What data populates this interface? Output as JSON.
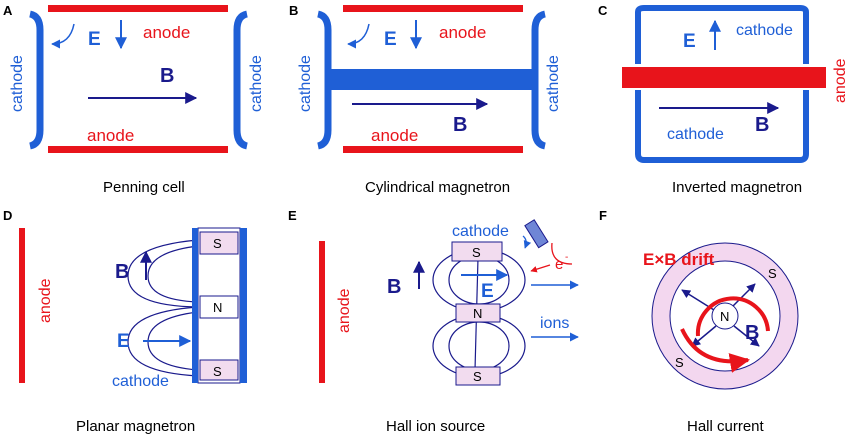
{
  "panels": {
    "A": {
      "letter": "A",
      "caption": "Penning cell",
      "cathode_left": "cathode",
      "cathode_right": "cathode",
      "anode_top": "anode",
      "anode_bottom": "anode",
      "E": "E",
      "B": "B"
    },
    "B": {
      "letter": "B",
      "caption": "Cylindrical magnetron",
      "cathode_left": "cathode",
      "cathode_right": "cathode",
      "anode_top": "anode",
      "anode_bottom": "anode",
      "E": "E",
      "B": "B"
    },
    "C": {
      "letter": "C",
      "caption": "Inverted magnetron",
      "cathode_top": "cathode",
      "cathode_bottom": "cathode",
      "anode": "anode",
      "E": "E",
      "B": "B"
    },
    "D": {
      "letter": "D",
      "caption": "Planar magnetron",
      "anode": "anode",
      "B": "B",
      "E": "E",
      "cathode": "cathode",
      "pole_top": "S",
      "pole_mid": "N",
      "pole_bottom": "S"
    },
    "E": {
      "letter": "E",
      "caption": "Hall ion source",
      "anode": "anode",
      "B": "B",
      "E": "E",
      "cathode": "cathode",
      "electron": "e",
      "electron_sup": "-",
      "ions": "ions",
      "pole_top": "S",
      "pole_mid": "N",
      "pole_bottom": "S"
    },
    "F": {
      "letter": "F",
      "caption": "Hall current",
      "drift": "E×B drift",
      "B": "B",
      "center": "N",
      "ring_top": "S",
      "ring_bottom": "S"
    }
  },
  "colors": {
    "anode": "#e8141b",
    "cathode": "#1f5fd6",
    "field": "#1a1a8c",
    "magnet_fill": "#f2dcef",
    "ring_fill": "#f3d7ef"
  }
}
